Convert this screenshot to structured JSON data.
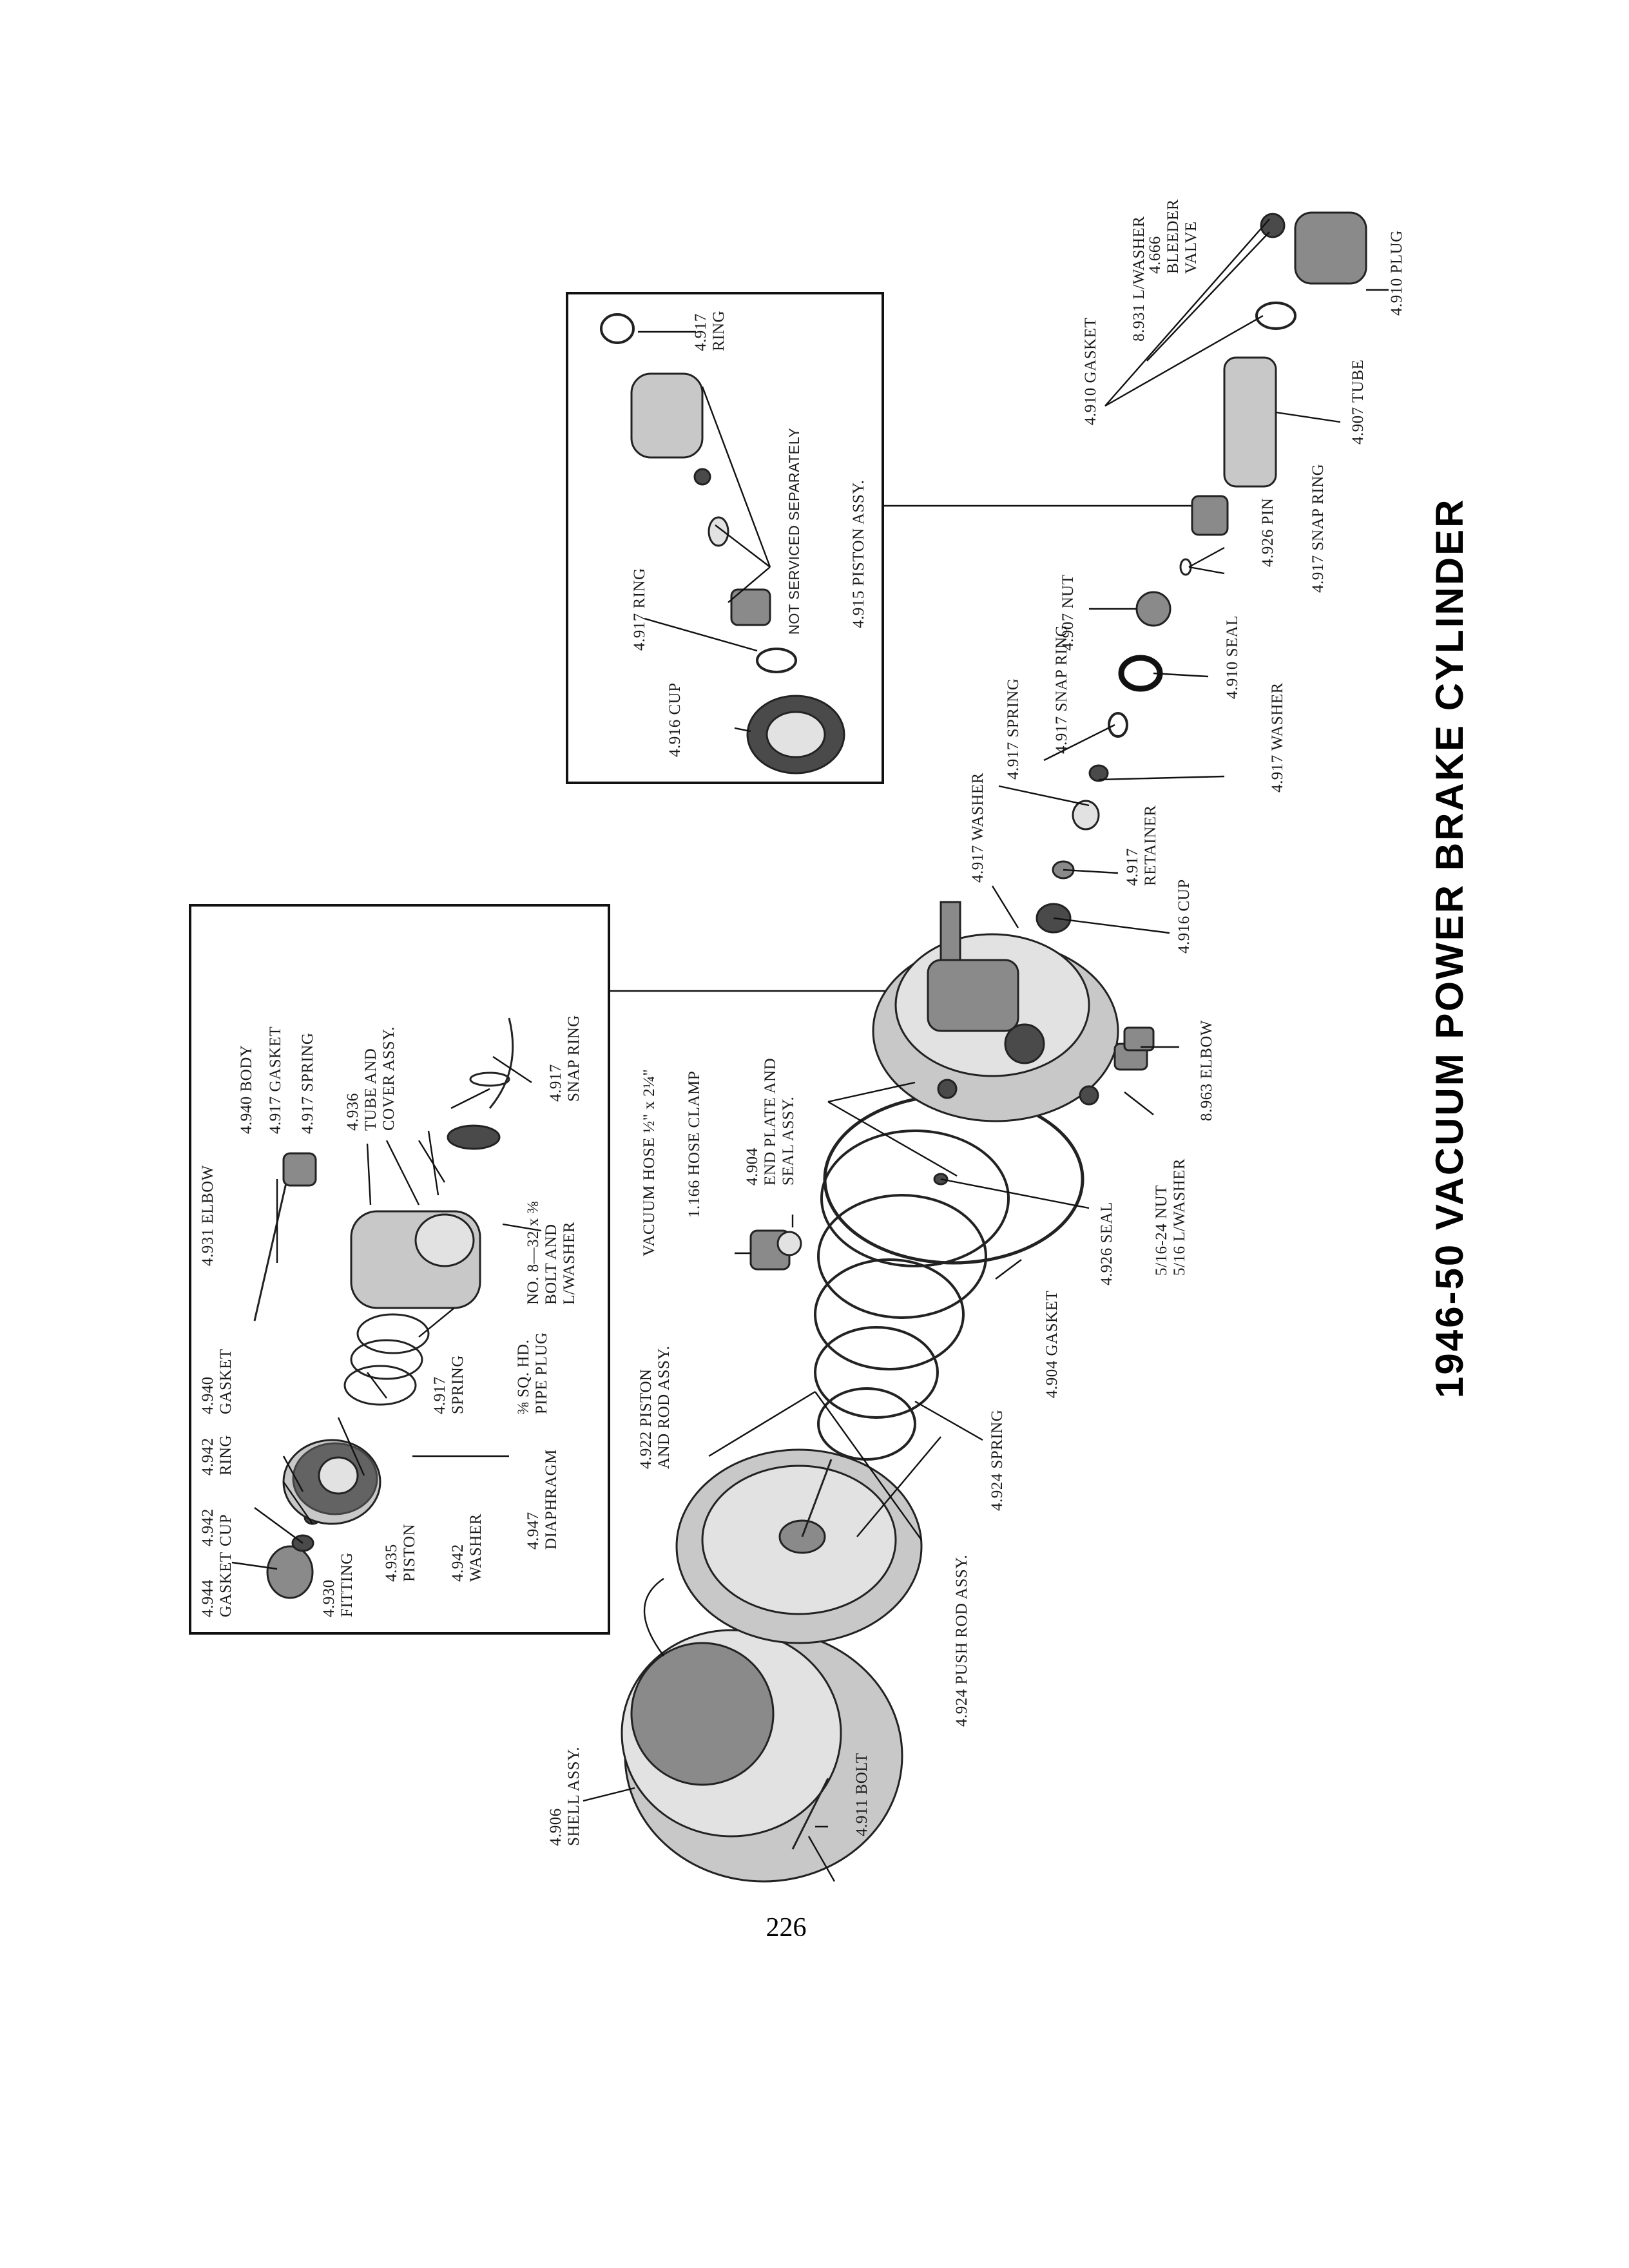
{
  "page": {
    "title": "1946-50 VACUUM POWER BRAKE CYLINDER",
    "page_number": "226"
  },
  "labels": {
    "shell_assy_num": "4.906",
    "shell_assy_name": "SHELL ASSY.",
    "bolt": "4.911 BOLT",
    "push_rod_assy": "4.924 PUSH ROD ASSY.",
    "piston_rod_num": "4.922 PISTON",
    "piston_rod_name": "AND ROD ASSY.",
    "spring_4924": "4.924 SPRING",
    "gasket_4904": "4.904 GASKET",
    "seal_4926": "4.926 SEAL",
    "nut_line1": "5/16-24 NUT",
    "nut_line2": "5/16 L/WASHER",
    "elbow_8963": "8.963 ELBOW",
    "end_plate_num": "4.904",
    "end_plate_l1": "END PLATE AND",
    "end_plate_l2": "SEAL ASSY.",
    "hose_clamp": "1.166 HOSE CLAMP",
    "vacuum_hose": "VACUUM HOSE ½\" x 2¼\"",
    "cup_4916": "4.916 CUP",
    "retainer_num": "4.917",
    "retainer_name": "RETAINER",
    "washer_4917_upper": "4.917 WASHER",
    "spring_4917_upper": "4.917 SPRING",
    "snap_ring_4917_mid": "4.917 SNAP RING",
    "washer_4917_lower": "4.917 WASHER",
    "nut_4907": "4.907 NUT",
    "seal_4910": "4.910 SEAL",
    "pin_4926": "4.926 PIN",
    "snap_ring_4917_right": "4.917 SNAP RING",
    "tube_4907": "4.907 TUBE",
    "gasket_4910": "4.910 GASKET",
    "l_washer_8931": "8.931 L/WASHER",
    "bleeder_num": "4.666",
    "bleeder_l1": "BLEEDER",
    "bleeder_l2": "VALVE",
    "plug_4910": "4.910 PLUG"
  },
  "inset_piston": {
    "cup": "4.916 CUP",
    "ring_left": "4.917 RING",
    "not_serviced": "NOT SERVICED SEPARATELY",
    "piston_assy": "4.915 PISTON ASSY.",
    "ring_top_num": "4.917",
    "ring_top_name": "RING"
  },
  "inset_valve": {
    "gasket_4944_num": "4.944",
    "gasket_4944_name": "GASKET",
    "fitting_num": "4.930",
    "fitting_name": "FITTING",
    "cup_4942_num": "4.942",
    "cup_4942_name": "CUP",
    "piston_4935_num": "4.935",
    "piston_4935_name": "PISTON",
    "ring_4942_num": "4.942",
    "ring_4942_name": "RING",
    "washer_4942_num": "4.942",
    "washer_4942_name": "WASHER",
    "gasket_4940_num": "4.940",
    "gasket_4940_name": "GASKET",
    "diaphragm_num": "4.947",
    "diaphragm_name": "DIAPHRAGM",
    "spring_4917_num": "4.917",
    "spring_4917_name": "SPRING",
    "pipe_plug_l1": "⅜ SQ. HD.",
    "pipe_plug_l2": "PIPE PLUG",
    "elbow_4931": "4.931 ELBOW",
    "bolt_l1": "NO. 8—32 x ⅜",
    "bolt_l2": "BOLT AND",
    "bolt_l3": "L/WASHER",
    "body_4940": "4.940 BODY",
    "gasket_4917": "4.917 GASKET",
    "spring_4917b": "4.917 SPRING",
    "tube_cover_num": "4.936",
    "tube_cover_l1": "TUBE AND",
    "tube_cover_l2": "COVER ASSY.",
    "snap_ring_num": "4.917",
    "snap_ring_name": "SNAP RING"
  }
}
